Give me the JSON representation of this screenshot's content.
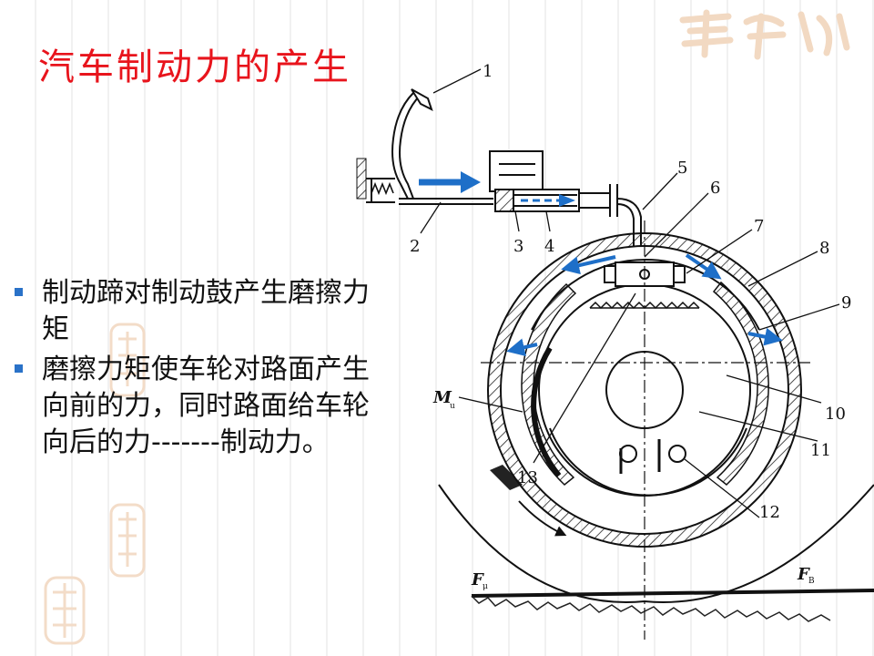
{
  "slide": {
    "title": "汽车制动力的产生",
    "bullets": [
      "制动蹄对制动鼓产生磨擦力矩",
      "磨擦力矩使车轮对路面产生向前的力，同时路面给车轮向后的力-------制动力。"
    ]
  },
  "diagram": {
    "part_numbers": [
      "1",
      "2",
      "3",
      "4",
      "5",
      "6",
      "7",
      "8",
      "9",
      "10",
      "11",
      "12",
      "13"
    ],
    "moment_label": "M",
    "moment_subscript": "u",
    "force_left_label": "F",
    "force_left_subscript": "μ",
    "force_right_label": "F",
    "force_right_subscript": "B"
  },
  "colors": {
    "title": "#e8141c",
    "bullet_marker": "#2a72c8",
    "arrow_blue": "#1e6fc8"
  }
}
